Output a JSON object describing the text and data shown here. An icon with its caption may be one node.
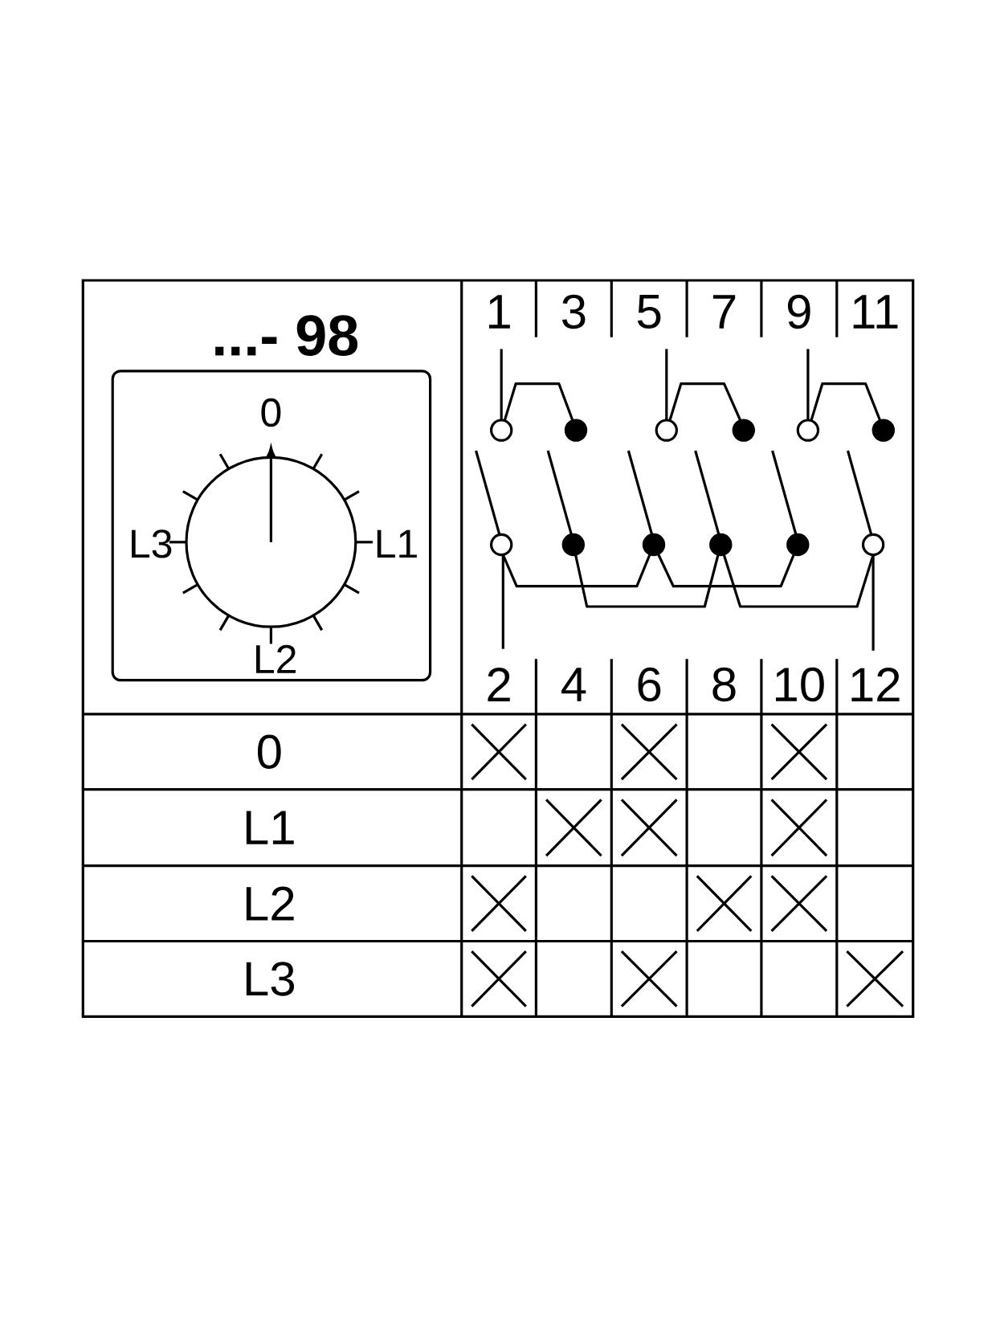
{
  "diagram": {
    "title": "...- 98",
    "labels": [
      "0",
      "L3",
      "L1",
      "L2",
      "1",
      "3",
      "5",
      "7",
      "9",
      "11",
      "2",
      "4",
      "6",
      "8",
      "10",
      "12",
      "0",
      "L1",
      "L2",
      "L3"
    ]
  }
}
